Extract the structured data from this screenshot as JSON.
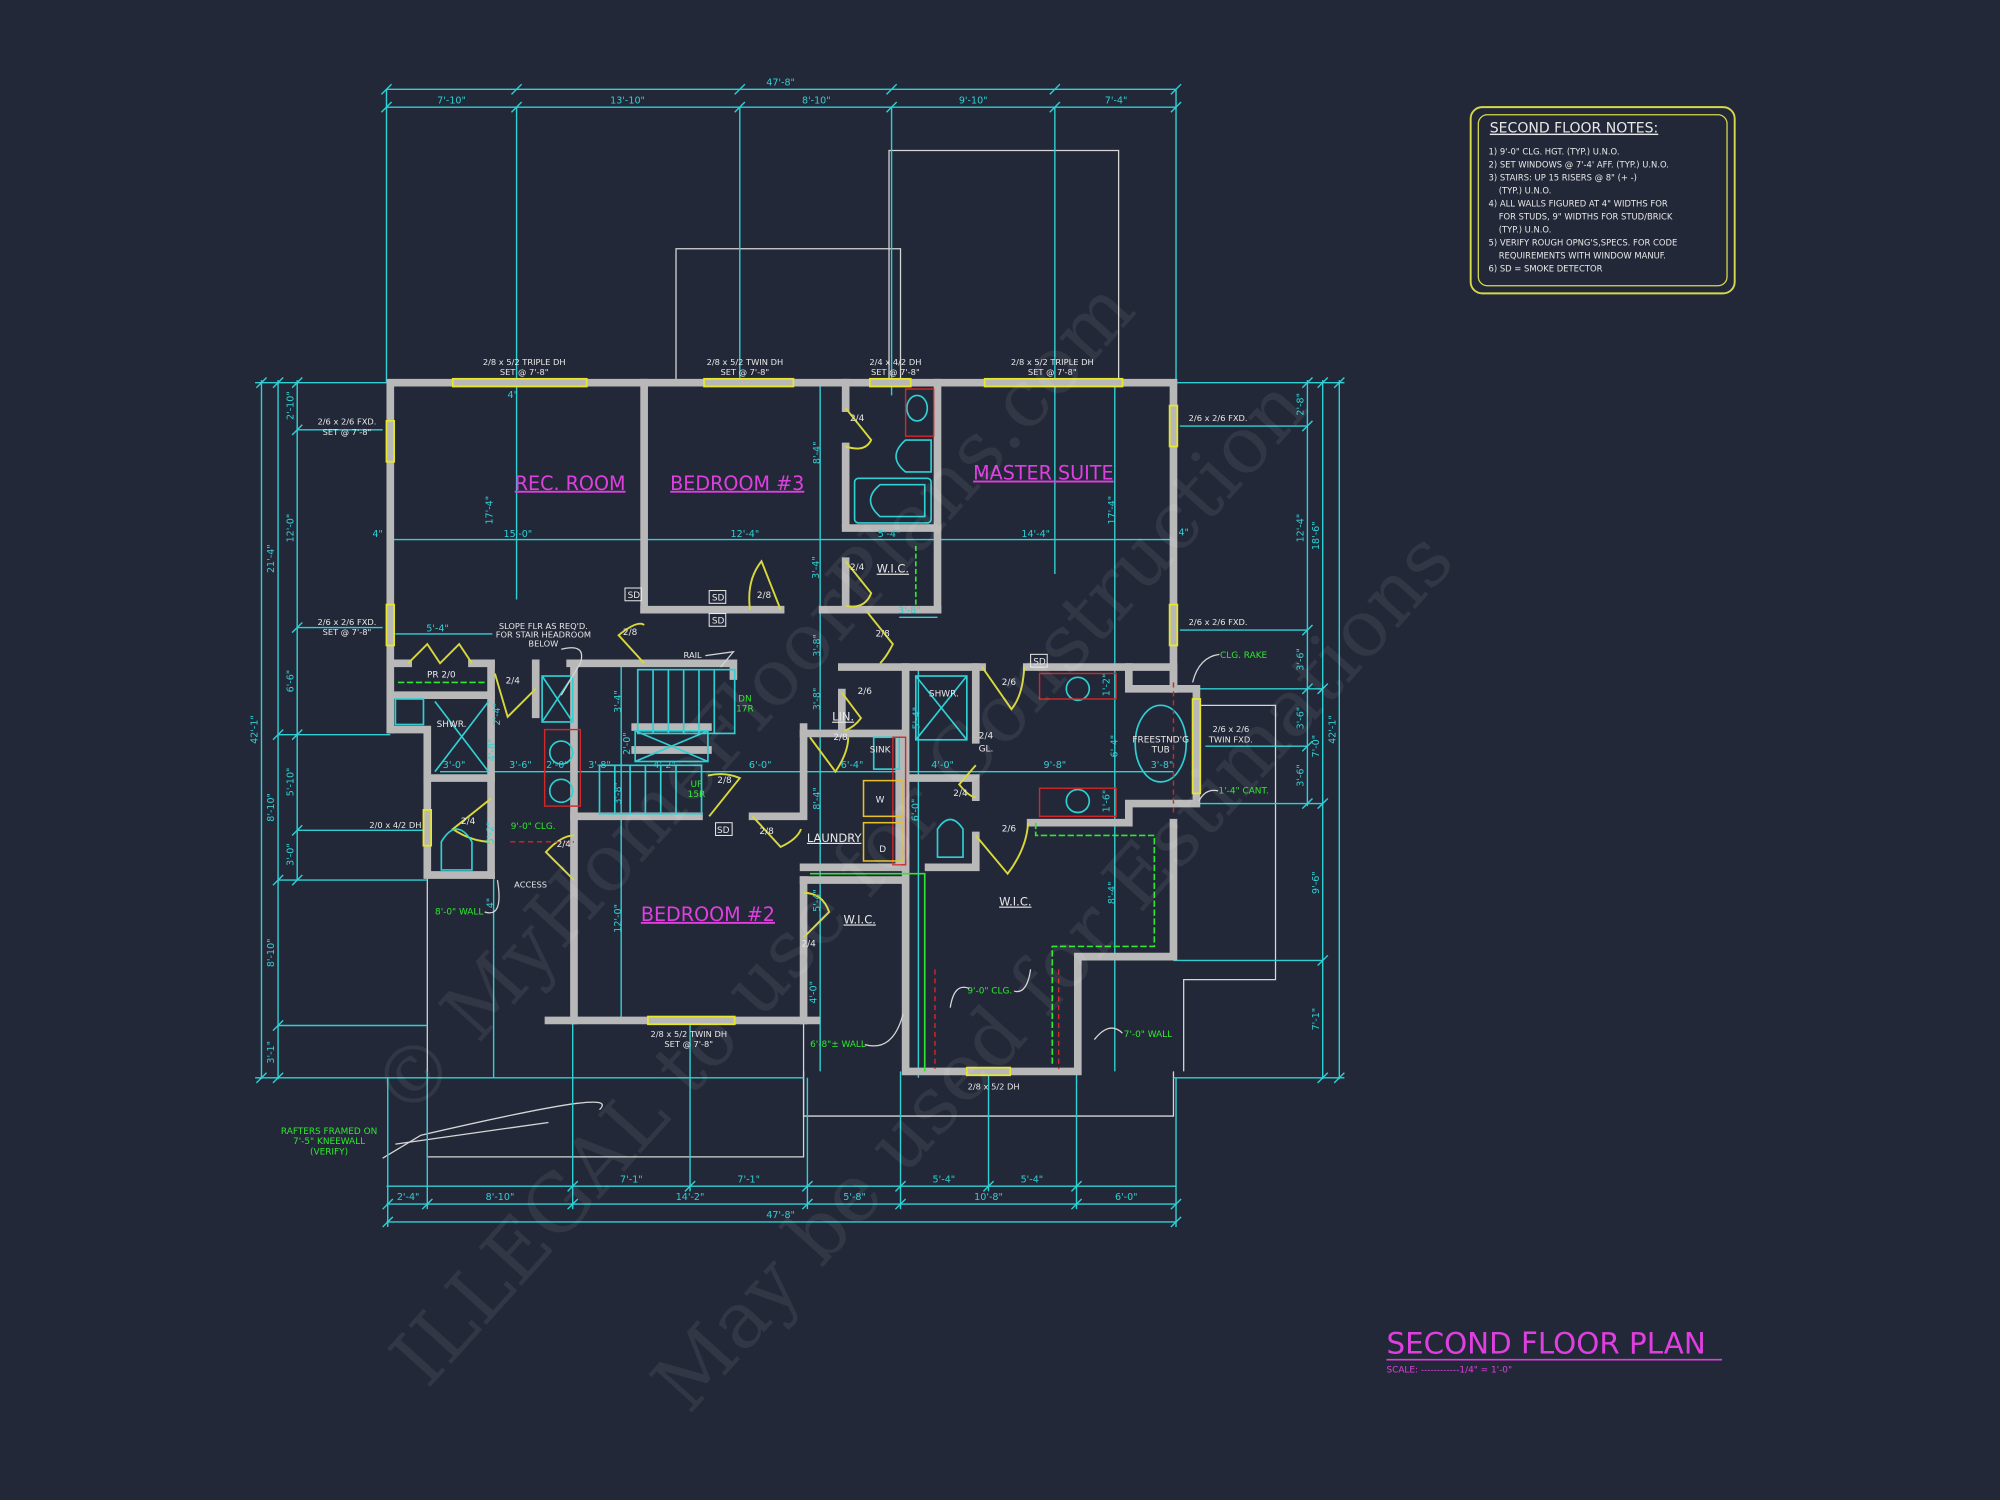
{
  "colors": {
    "background": "#232838",
    "dimension": "#2fd0d4",
    "wall": "#b8b8b8",
    "window": "#e6e62a",
    "room_label": "#e03fe0",
    "annotation": "#2ee82e",
    "text": "#e8e8e8",
    "ceiling_line": "#d02828",
    "notes_border": "#d8d84a"
  },
  "title": {
    "main": "SECOND FLOOR PLAN",
    "scale": "SCALE: ------------1/4\" = 1'-0\""
  },
  "notes": {
    "heading": "SECOND FLOOR NOTES:",
    "lines": [
      "1) 9'-0\"  CLG. HGT. (TYP.) U.N.O.",
      "2) SET WINDOWS @ 7'-4' AFF. (TYP.) U.N.O.",
      "3) STAIRS: UP 15 RISERS @ 8\" (+ -)",
      "(TYP.) U.N.O.",
      "4) ALL WALLS FIGURED AT 4\" WIDTHS FOR",
      "FOR STUDS, 9\" WIDTHS FOR STUD/BRICK",
      "(TYP.) U.N.O.",
      "5) VERIFY ROUGH OPNG'S,SPECS. FOR CODE",
      "REQUIREMENTS WITH WINDOW MANUF.",
      "6) SD = SMOKE DETECTOR"
    ]
  },
  "rooms": {
    "rec_room": "REC. ROOM",
    "bedroom3": "BEDROOM #3",
    "master_suite": "MASTER SUITE",
    "bedroom2": "BEDROOM #2",
    "laundry": "LAUNDRY",
    "wic1": "W.I.C.",
    "wic2": "W.I.C.",
    "wic3": "W.I.C.",
    "lin": "LIN.",
    "shwr1": "SHWR.",
    "shwr2": "SHWR.",
    "tub1": "FREESTND'G",
    "tub2": "TUB",
    "sink": "SINK",
    "washer": "W",
    "dryer": "D",
    "pr": "PR 2/0"
  },
  "dims": {
    "top_total": "47'-8\"",
    "top": [
      "7'-10\"",
      "13'-10\"",
      "8'-10\"",
      "9'-10\"",
      "7'-4\""
    ],
    "bottom_total": "47'-8\"",
    "bottom": [
      "2'-4\"",
      "8'-10\"",
      "14'-2\"",
      "5'-8\"",
      "10'-8\"",
      "6'-0\""
    ],
    "bottom_sub": [
      "7'-1\"",
      "7'-1\"",
      "5'-4\"",
      "5'-4\""
    ],
    "left_total": "42'-1\"",
    "left_mid": [
      "21'-4\"",
      "8'-10\"",
      "8'-10\"",
      "3'-1\""
    ],
    "left_in": [
      "2'-10\"",
      "12'-0\"",
      "6'-6\"",
      "5'-10\"",
      "3'-0\""
    ],
    "right_total": "42'-1\"",
    "right_mid": [
      "18'-6\"",
      "7'-0\"",
      "9'-6\"",
      "7'-1\""
    ],
    "right_in": [
      "2'-8\"",
      "12'-4\"",
      "3'-6\"",
      "3'-6\"",
      "3'-6\""
    ],
    "interior": [
      "4\"",
      "17'-4\"",
      "15'-0\"",
      "12'-4\"",
      "8'-4\"",
      "5'-4\"",
      "14'-4\"",
      "17'-4\"",
      "4\"",
      "4\"",
      "5'-4\"",
      "3'-4\"",
      "3'-8\"",
      "3'-8\"",
      "3'-4\"",
      "2'-4\"",
      "4'-8\"",
      "3'-6\"",
      "3'-0\"",
      "2'-0\"",
      "3'-8\"",
      "4'-2\"",
      "6'-0\"",
      "2'-0\"",
      "3'-8\"",
      "5'-2\"",
      "4\"",
      "12'-0\"",
      "3'-8\"",
      "6'-4\"",
      "4'-0\"",
      "9'-8\"",
      "3'-8\"",
      "5'-4\"",
      "6'-0\"",
      "8'-4\"",
      "5'-4\"",
      "1'-2\"",
      "6'-4\"",
      "1'-6\"",
      "8'-4\"",
      "4'-0\""
    ]
  },
  "windows": {
    "w1a": "2/8 x 5/2 TRIPLE DH",
    "w1b": "SET @ 7'-8\"",
    "w2a": "2/8 x 5/2 TWIN DH",
    "w2b": "SET @ 7'-8\"",
    "w3a": "2/4 x 4/2 DH",
    "w3b": "SET @ 7'-8\"",
    "w4a": "2/8 x 5/2 TRIPLE DH",
    "w4b": "SET @ 7'-8\"",
    "l1a": "2/6 x 2/6 FXD.",
    "l1b": "SET @ 7'-8\"",
    "l2a": "2/6 x 2/6 FXD.",
    "l2b": "SET @ 7'-8\"",
    "l3": "2/0 x 4/2 DH",
    "r1": "2/6 x 2/6 FXD.",
    "r2": "2/6 x 2/6 FXD.",
    "r3a": "2/6 x 2/6",
    "r3b": "TWIN FXD.",
    "b1a": "2/8 x 5/2 TWIN DH",
    "b1b": "SET @ 7'-8\"",
    "b2": "2/8 x 5/2 DH"
  },
  "doors": [
    "2/4",
    "2/4",
    "2/8",
    "2/8",
    "2/8",
    "2/4",
    "2/4",
    "2/4",
    "2/8",
    "2/8",
    "2/6",
    "2/8",
    "2/6",
    "2/4",
    "GL.",
    "2/4",
    "2/6",
    "2/4"
  ],
  "smoke_detectors": [
    "SD",
    "SD",
    "SD",
    "SD",
    "SD"
  ],
  "annotations": {
    "clg_rake": "CLG. RAKE",
    "cant": "1'-4\" CANT.",
    "wall8": "8'-0\" WALL",
    "clg9a": "9'-0\" CLG.",
    "clg9b": "9'-0\" CLG.",
    "wall68": "6'-8\"± WALL",
    "wall7": "7'-0\" WALL",
    "rafters1": "RAFTERS FRAMED ON",
    "rafters2": "7'-5\" KNEEWALL",
    "rafters3": "(VERIFY)",
    "dn1": "DN",
    "dn2": "17R",
    "up1": "UP",
    "up2": "15R",
    "slope1": "SLOPE FLR AS REQ'D.",
    "slope2": "FOR STAIR HEADROOM",
    "slope3": "BELOW",
    "access": "ACCESS",
    "rail": "RAIL"
  },
  "watermark": {
    "line1": "© MyHomeFloorPlans.com",
    "line2": "ILLEGAL to use for Construction",
    "line3": "May be used for Estimations"
  }
}
